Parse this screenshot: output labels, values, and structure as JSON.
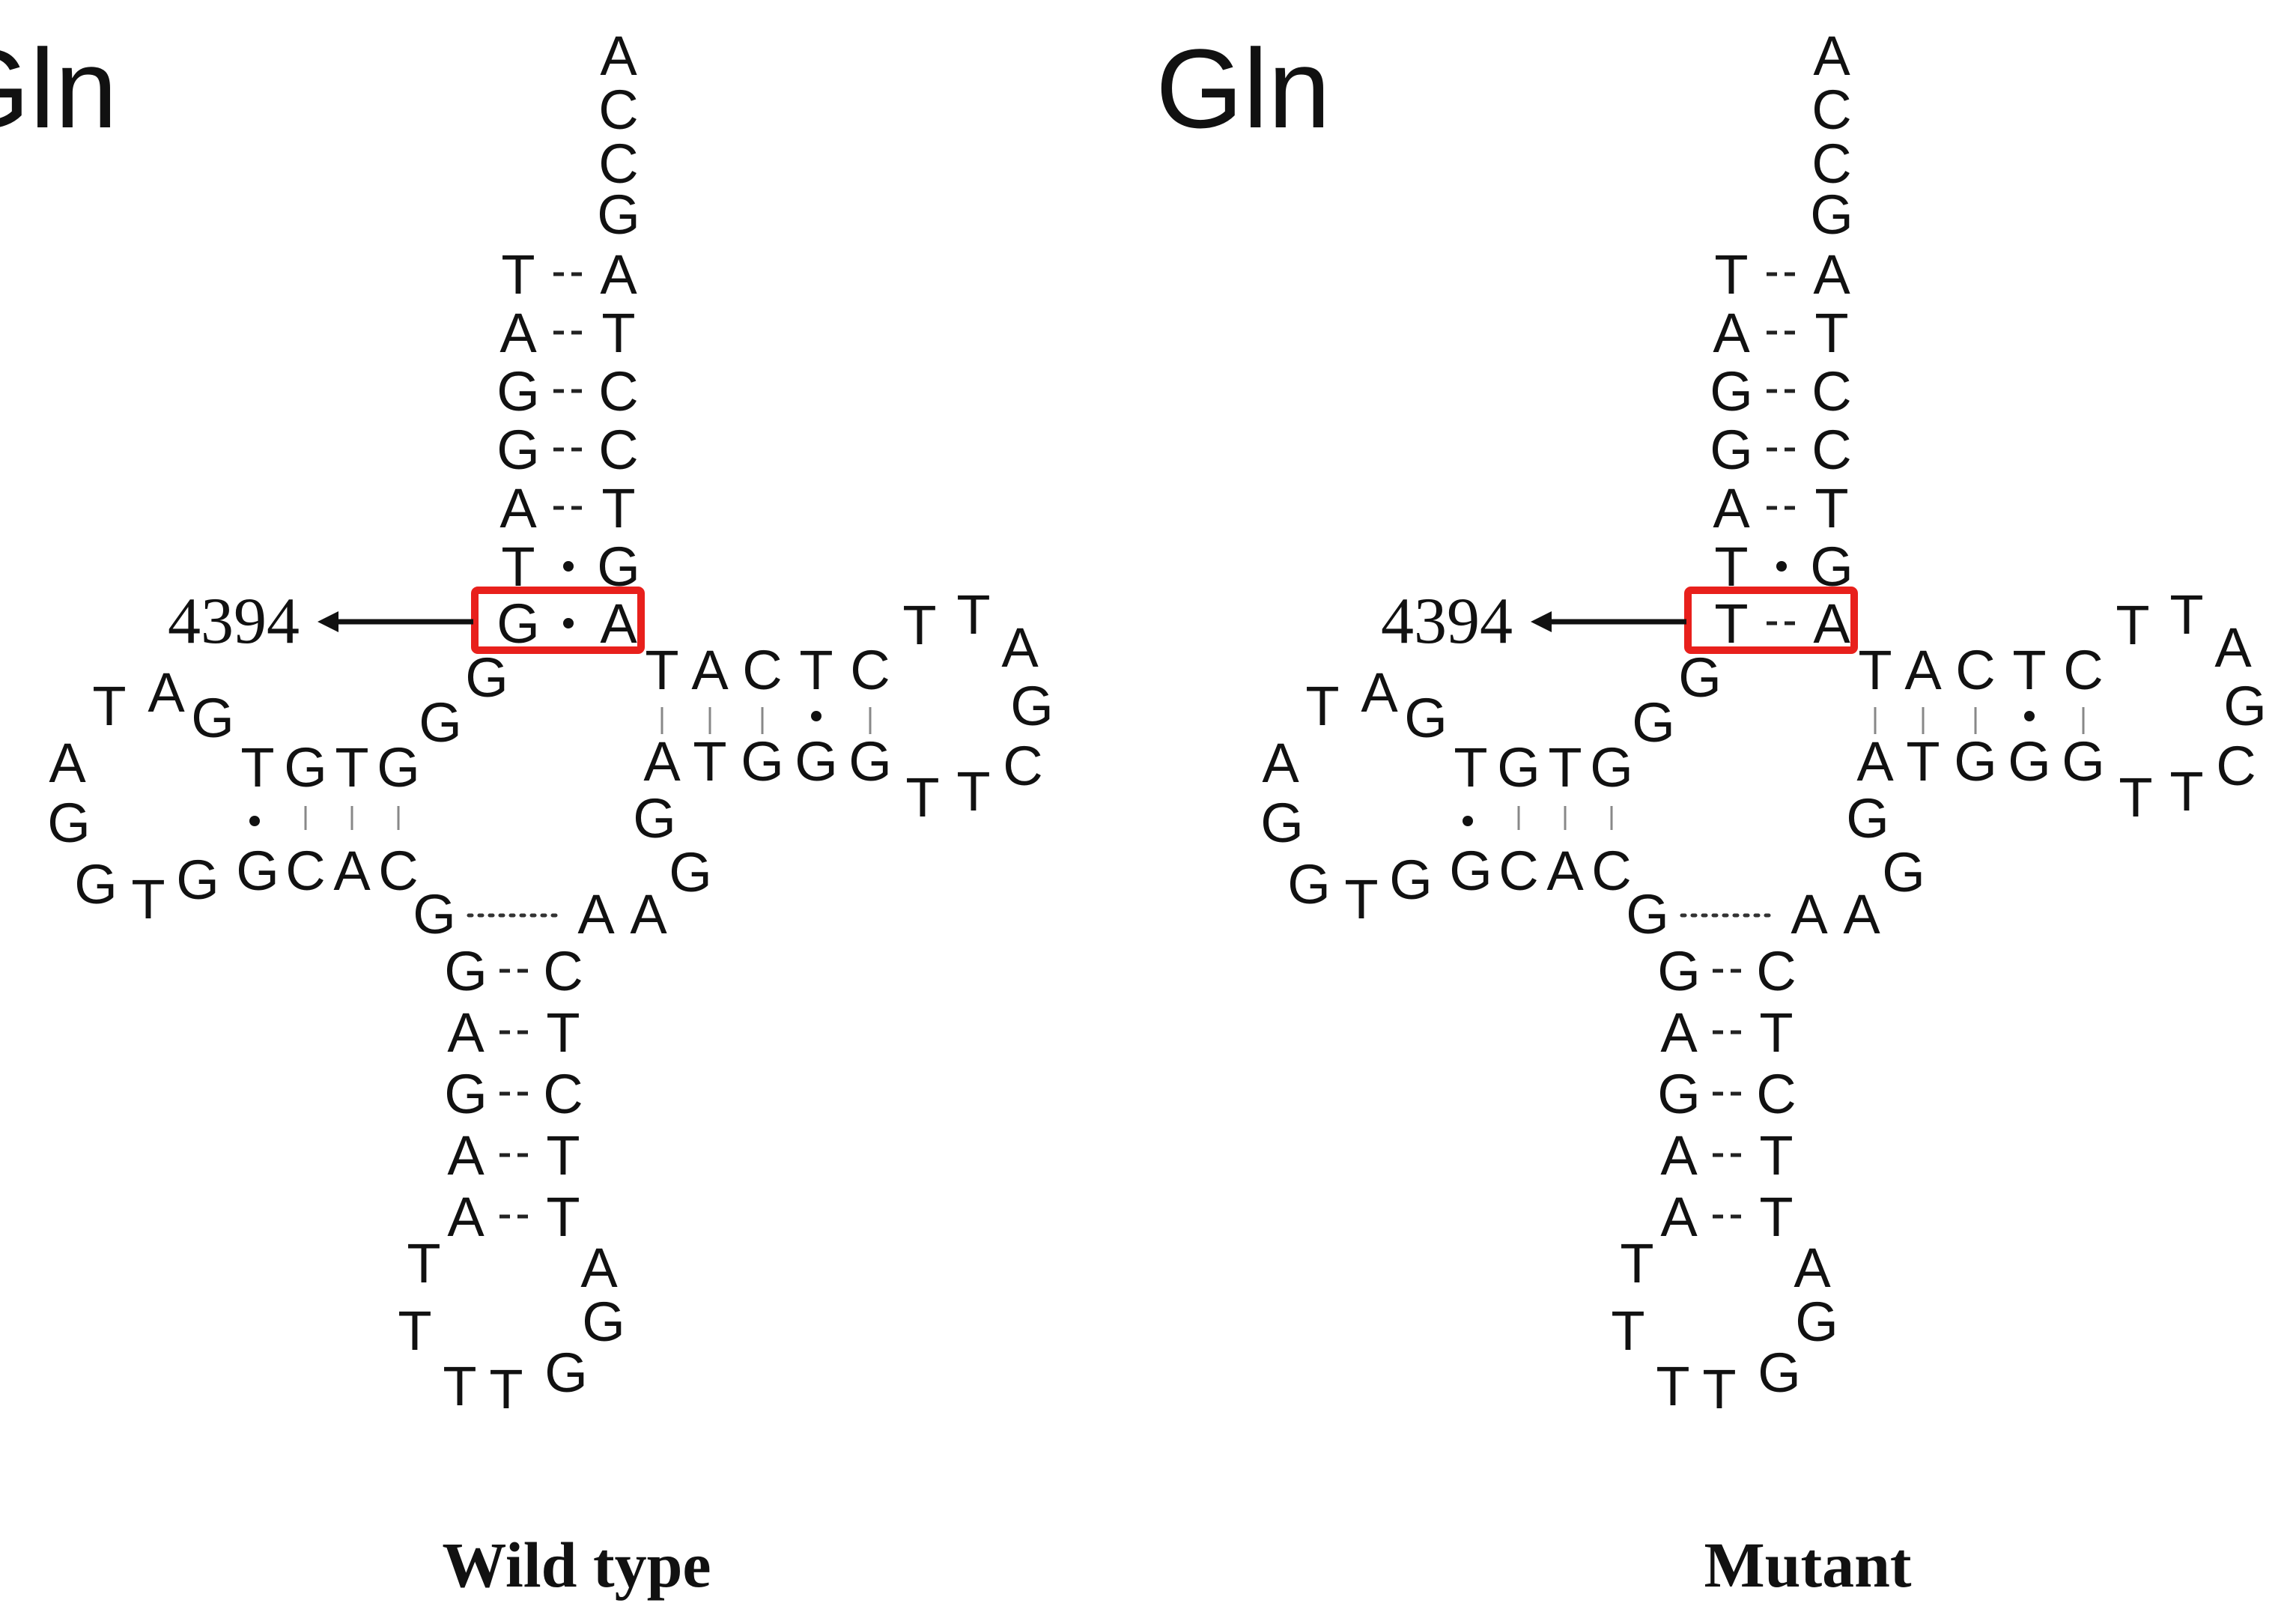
{
  "colors": {
    "text": "#111111",
    "highlight_box": "#e8201c",
    "background": "#ffffff"
  },
  "panels": [
    {
      "title": "Gln",
      "caption": "Wild type",
      "mutation_label": "4394",
      "highlighted_pair": {
        "left": "G",
        "bond": "dot",
        "right": "A"
      }
    },
    {
      "title": "Gln",
      "caption": "Mutant",
      "mutation_label": "4394",
      "highlighted_pair": {
        "left": "T",
        "bond": "dash",
        "right": "A"
      }
    }
  ],
  "structure": {
    "acceptor_tail": [
      "A",
      "C",
      "C",
      "G"
    ],
    "acceptor_stem": [
      {
        "left": "T",
        "bond": "dash",
        "right": "A"
      },
      {
        "left": "A",
        "bond": "dash",
        "right": "T"
      },
      {
        "left": "G",
        "bond": "dash",
        "right": "C"
      },
      {
        "left": "G",
        "bond": "dash",
        "right": "C"
      },
      {
        "left": "A",
        "bond": "dash",
        "right": "T"
      },
      {
        "left": "T",
        "bond": "dot",
        "right": "G"
      }
    ],
    "connector_nt": [
      "G",
      "G"
    ],
    "d_stem_top": [
      "T",
      "G",
      "T",
      "G"
    ],
    "d_stem_bottom": [
      "G",
      "C",
      "A",
      "C"
    ],
    "d_loop": [
      "G",
      "A",
      "T",
      "A",
      "G",
      "G",
      "T",
      "G"
    ],
    "t_stem_top": [
      "T",
      "A",
      "C",
      "T",
      "C"
    ],
    "t_stem_bottom": [
      "A",
      "T",
      "G",
      "G",
      "G"
    ],
    "t_loop": [
      "T",
      "T",
      "A",
      "G",
      "C",
      "T",
      "T"
    ],
    "variable_loop": [
      "G",
      "G",
      "A"
    ],
    "anticodon_junction": {
      "left": "G",
      "right": "A"
    },
    "anticodon_stem": [
      {
        "left": "G",
        "bond": "dash",
        "right": "C"
      },
      {
        "left": "A",
        "bond": "dash",
        "right": "T"
      },
      {
        "left": "G",
        "bond": "dash",
        "right": "C"
      },
      {
        "left": "A",
        "bond": "dash",
        "right": "T"
      },
      {
        "left": "A",
        "bond": "dash",
        "right": "T"
      }
    ],
    "anticodon_loop": [
      "T",
      "T",
      "T",
      "T",
      "G",
      "G",
      "A"
    ]
  }
}
